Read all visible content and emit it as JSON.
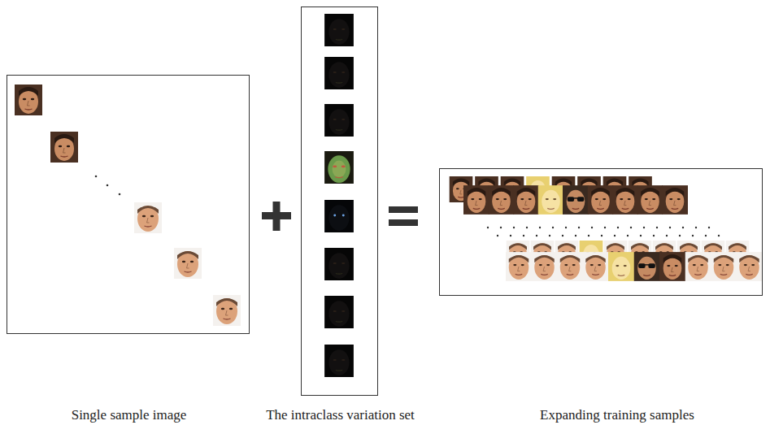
{
  "diagram": {
    "nodes": [
      {
        "text": [
          "Single sample image"
        ]
      },
      {
        "text": [
          "The intraclass variation set"
        ]
      },
      {
        "text": [
          "Expanding training samples"
        ]
      }
    ]
  }
}
